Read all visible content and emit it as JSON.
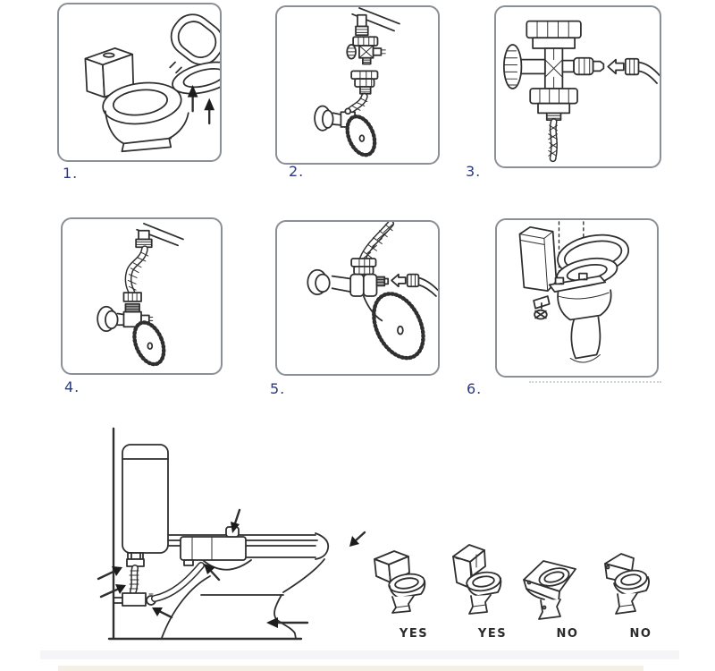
{
  "steps": [
    {
      "label": "1.",
      "illustration": "toilet-seat-removal"
    },
    {
      "label": "2.",
      "illustration": "t-valve-and-supply-hose-parts"
    },
    {
      "label": "3.",
      "illustration": "t-valve-hose-connection-closeup"
    },
    {
      "label": "4.",
      "illustration": "supply-hose-disconnected-from-shutoff-valve"
    },
    {
      "label": "5.",
      "illustration": "adapter-mounted-on-shutoff-valve"
    },
    {
      "label": "6.",
      "illustration": "bidet-unit-aligned-on-toilet"
    }
  ],
  "main_diagram": {
    "name": "bidet-installation-side-view"
  },
  "compatibility": [
    {
      "toilet": "two-piece-toilet",
      "verdict": "YES"
    },
    {
      "toilet": "one-piece-toilet",
      "verdict": "YES"
    },
    {
      "toilet": "low-profile-one-piece-toilet",
      "verdict": "NO"
    },
    {
      "toilet": "compact-one-piece-toilet",
      "verdict": "NO"
    }
  ],
  "colors": {
    "step_label_blue": "#2c3a7d",
    "line_art": "#2f2f2f",
    "panel_border": "#8b8f96",
    "verdict_text": "#2b2b2b",
    "footer_band": "#f5f5f8"
  }
}
